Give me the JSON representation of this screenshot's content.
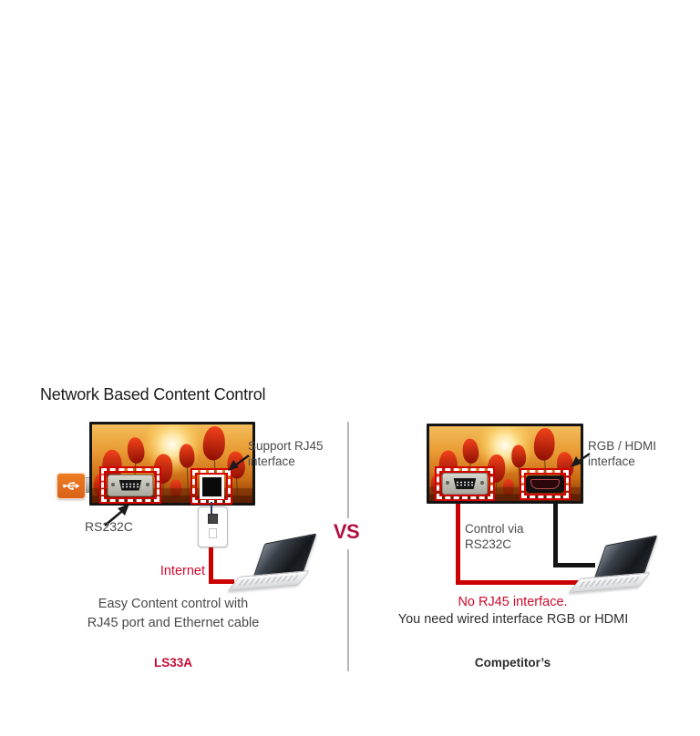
{
  "title": "Network Based Content Control",
  "vs_label": "VS",
  "left": {
    "callout_rj45": {
      "line1": "Support RJ45",
      "line2": "interface"
    },
    "rs232c_label": "RS232C",
    "internet_label": "Internet",
    "caption_line1": "Easy Content control with",
    "caption_line2": "RJ45 port and Ethernet cable",
    "product_label": "LS33A"
  },
  "right": {
    "callout_interface": {
      "line1": "RGB / HDMI",
      "line2": "interface"
    },
    "control_line1": "Control via",
    "control_line2": "RS232C",
    "warning_red": "No RJ45 interface.",
    "warning_dark": "You need wired interface RGB or HDMI",
    "product_label": "Competitor’s"
  },
  "colors": {
    "cable_red": "#cc0000",
    "cable_black": "#141414",
    "text_red": "#cf0a2c",
    "vs_red": "#b0103f",
    "product_red": "#c30c32",
    "text_dark": "#4a4a4a",
    "text_darker": "#2e2e2e",
    "title_color": "#1c1c1c",
    "divider_color": "#b7b7b7",
    "usb_orange": "#ee7c23",
    "highlight_dash_red": "#d40000"
  },
  "icons": {
    "usb_stick": "usb-icon",
    "rs232c_port": "serial-port-icon",
    "rj45_port": "ethernet-port-icon",
    "hdmi_port": "hdmi-port-icon",
    "wall_outlet": "ethernet-outlet-icon",
    "laptop": "laptop-icon",
    "callout_arrow": "arrow-icon"
  }
}
